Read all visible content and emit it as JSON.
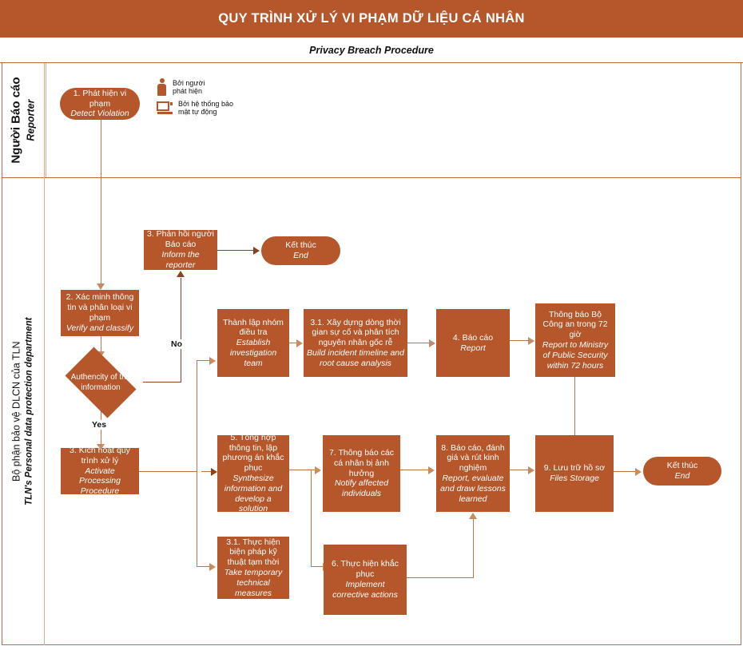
{
  "header": {
    "title": "QUY TRÌNH XỬ LÝ VI PHẠM DỮ LIỆU CÁ NHÂN",
    "subtitle": "Privacy Breach Procedure"
  },
  "colors": {
    "accent": "#B5562B",
    "connector": "#C2733F",
    "arrow": "#C78A63",
    "frame": "#C06A42",
    "rule": "#E2A98B"
  },
  "lanes": [
    {
      "vn": "Người Báo cáo",
      "en": "Reporter"
    },
    {
      "vn": "Bộ phận bảo vệ DLCN của TLN",
      "en": "TLN's Personal data protection department"
    }
  ],
  "legend": {
    "items": [
      {
        "icon": "person-icon",
        "text": "Bởi người\nphát hiện"
      },
      {
        "icon": "monitor-icon",
        "text": "Bởi hệ thống bảo\nmật tự động"
      }
    ]
  },
  "edge_labels": {
    "no": "No",
    "yes": "Yes"
  },
  "nodes": {
    "start": {
      "vn": "1. Phát hiện vi phạm",
      "en": "Detect Violation"
    },
    "inform_reporter": {
      "vn": "3. Phản hồi người Báo cáo",
      "en": "Inform the reporter"
    },
    "end_top": {
      "vn": "Kết thúc",
      "en": "End"
    },
    "verify": {
      "vn": "2. Xác minh thông tin và phân loại vi phạm",
      "en": "Verify and classify"
    },
    "decision": {
      "vn": "Authencity of the information",
      "en": ""
    },
    "establish_team": {
      "vn": "Thành lập nhóm điều tra",
      "en": "Establish investigation team"
    },
    "timeline": {
      "vn": "3.1. Xây dựng dòng thời gian sự cố và phân tích nguyên nhân gốc rễ",
      "en": "Build incident timeline and root cause analysis"
    },
    "report": {
      "vn": "4. Báo cáo",
      "en": "Report"
    },
    "ministry": {
      "vn": "Thông báo Bộ Công an trong 72 giờ",
      "en": "Report to Ministry of Public Security within 72 hours"
    },
    "activate": {
      "vn": "3. Kích hoạt quy trình xử lý",
      "en": "Activate Processing Procedure"
    },
    "synthesize": {
      "vn": "5. Tổng hợp thông tin, lập phương án khắc phục",
      "en": "Synthesize information and develop a solution"
    },
    "notify": {
      "vn": "7. Thông báo các cá nhân bị ảnh hưởng",
      "en": "Notify affected individuals"
    },
    "lessons": {
      "vn": "8. Báo cáo, đánh giá và rút kinh nghiệm",
      "en": "Report, evaluate and draw lessons learned"
    },
    "files": {
      "vn": "9. Lưu trữ hồ sơ",
      "en": "Files Storage"
    },
    "end_bottom": {
      "vn": "Kết thúc",
      "en": "End"
    },
    "temporary": {
      "vn": "3.1. Thực hiện biện pháp kỹ thuật tạm thời",
      "en": "Take temporary technical measures"
    },
    "corrective": {
      "vn": "6. Thực hiện khắc phục",
      "en": "Implement corrective actions"
    }
  }
}
